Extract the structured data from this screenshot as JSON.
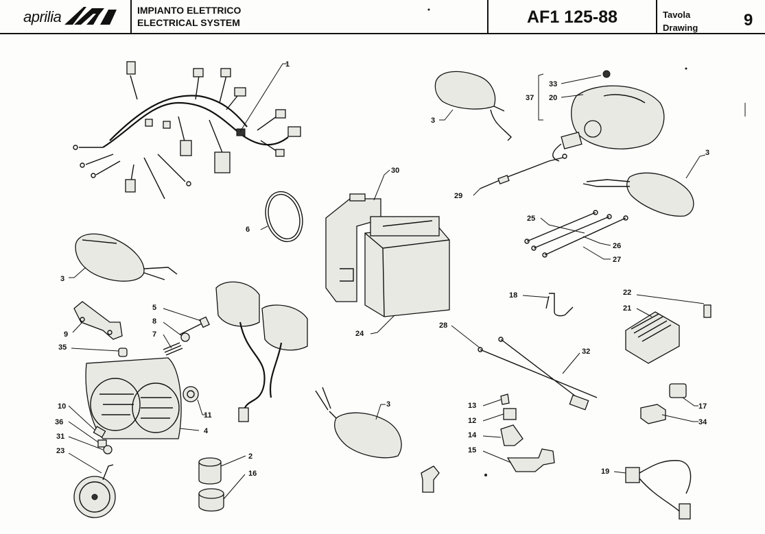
{
  "header": {
    "brand": "aprilia",
    "title_it": "IMPIANTO ELETTRICO",
    "title_en": "ELECTRICAL SYSTEM",
    "model": "AF1 125-88",
    "tavola_label": "Tavola",
    "drawing_label": "Drawing",
    "drawing_number": "9"
  },
  "callouts": {
    "c1": "1",
    "c2": "2",
    "c3a": "3",
    "c3b": "3",
    "c3c": "3",
    "c3d": "3",
    "c4": "4",
    "c5": "5",
    "c6": "6",
    "c7": "7",
    "c8": "8",
    "c9": "9",
    "c10": "10",
    "c11": "11",
    "c12": "12",
    "c13": "13",
    "c14": "14",
    "c15": "15",
    "c16": "16",
    "c17": "17",
    "c18": "18",
    "c19": "19",
    "c20": "20",
    "c21": "21",
    "c22": "22",
    "c23": "23",
    "c24": "24",
    "c25": "25",
    "c26": "26",
    "c27": "27",
    "c28": "28",
    "c29": "29",
    "c30": "30",
    "c31": "31",
    "c32": "32",
    "c33": "33",
    "c34": "34",
    "c35": "35",
    "c36": "36",
    "c37": "37"
  }
}
